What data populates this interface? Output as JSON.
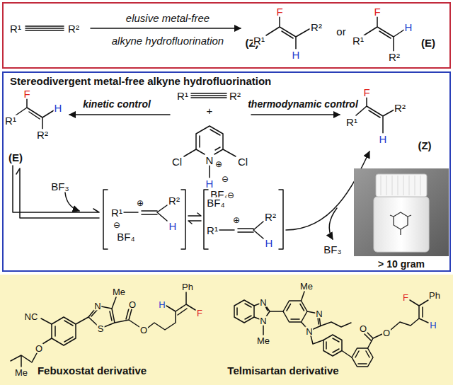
{
  "diagram": {
    "nodes": [
      {
        "text": [
          "elusive metal-free",
          "alkyne hydrofluorination"
        ]
      },
      {
        "text": [
          "Stereodivergent metal-free alkyne hydrofluorination"
        ]
      },
      {
        "text": [
          "Febuxostat derivative",
          "Telmisartan derivative"
        ]
      }
    ],
    "labels": [
      "R¹",
      "R²",
      "(Z)",
      "F",
      "R¹",
      "R²",
      "H",
      "or",
      "F",
      "R¹",
      "H",
      "R²",
      "(E)",
      "F",
      "R¹",
      "H",
      "R²",
      "(E)",
      "kinetic control",
      "R¹",
      "R²",
      "+",
      "thermodynamic control",
      "F",
      "R¹",
      "R²",
      "H",
      "(Z)",
      "Cl",
      "Cl",
      "N",
      "⊕",
      "H",
      "⊖",
      "BF₄",
      "BF₃",
      "R¹",
      "⊕",
      "R²",
      "H",
      "⊖",
      "BF₄",
      "BF₄",
      "⊖",
      "R¹",
      "⊕",
      "R²",
      "H",
      "BF₃",
      "> 10 gram",
      "Me",
      "N",
      "S",
      "O",
      "O",
      "H",
      "Ph",
      "F",
      "NC",
      "O",
      "Me",
      "N",
      "N",
      "Me",
      "Me",
      "N",
      "N",
      "O",
      "O",
      "H",
      "F",
      "Ph"
    ]
  }
}
